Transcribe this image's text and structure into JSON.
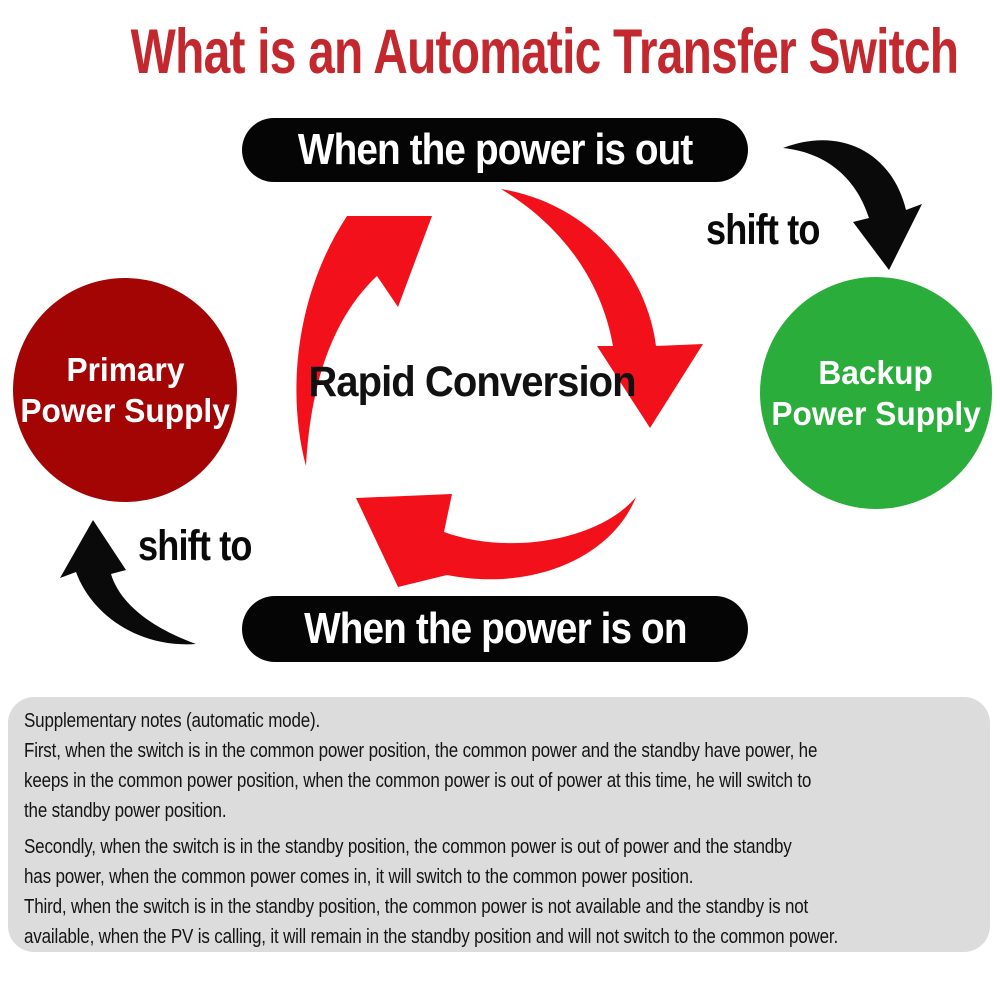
{
  "title": "What is an Automatic Transfer Switch",
  "colors": {
    "title_red": "#C2282D",
    "arrow_red": "#F2111A",
    "arrow_black": "#0a0a0a",
    "primary_circle_red": "#A30505",
    "backup_circle_green": "#2BAD3C",
    "banner_black": "#050505",
    "notes_bg": "#DCDCDC"
  },
  "banners": {
    "power_out": "When the power is out",
    "power_on": "When the power is on"
  },
  "labels": {
    "shift_to_top": "shift to",
    "shift_to_bottom": "shift to",
    "center": "Rapid Conversion"
  },
  "nodes": {
    "primary": {
      "line1": "Primary",
      "line2": "Power Supply"
    },
    "backup": {
      "line1": "Backup",
      "line2": "Power Supply"
    }
  },
  "notes": {
    "lines": [
      "Supplementary notes (automatic mode).",
      "First, when the switch is in the common power position, the common power and the standby have power, he",
      "keeps in the common power position, when the common power is out of power at this time, he will switch to",
      "the standby power position.",
      "Secondly, when the switch is in the standby position, the common power is out of power and the standby",
      "has power, when the common power comes in, it will switch to the common power position.",
      "Third, when the switch is in the standby position, the common power is not available and the standby is not",
      "available, when the PV is calling, it will remain in the standby position and will not switch to the common power."
    ]
  }
}
